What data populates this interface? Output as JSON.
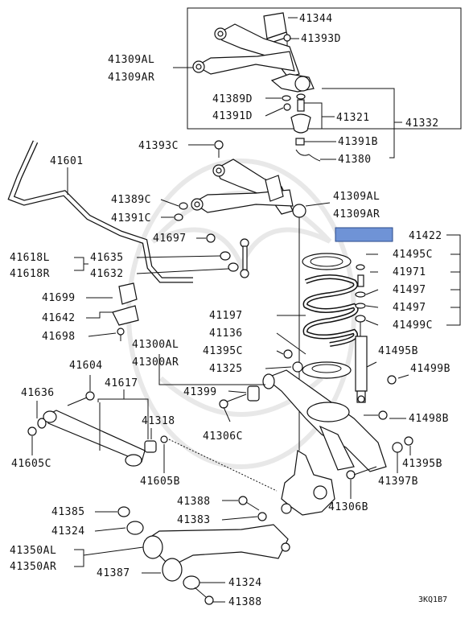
{
  "labels": {
    "p41344": "41344",
    "p41393D": "41393D",
    "p41309AL_top": "41309AL",
    "p41309AR_top": "41309AR",
    "p41389D": "41389D",
    "p41391D": "41391D",
    "p41321": "41321",
    "p41332": "41332",
    "p41391B": "41391B",
    "p41380": "41380",
    "p41393C": "41393C",
    "p41601": "41601",
    "p41389C": "41389C",
    "p41391C": "41391C",
    "p41309AL_mid": "41309AL",
    "p41309AR_mid": "41309AR",
    "p41697": "41697",
    "p41422": "41422",
    "p41618L": "41618L",
    "p41618R": "41618R",
    "p41635": "41635",
    "p41632": "41632",
    "p41495C": "41495C",
    "p41971": "41971",
    "p41497a": "41497",
    "p41497b": "41497",
    "p41499C": "41499C",
    "p41699": "41699",
    "p41642": "41642",
    "p41698": "41698",
    "p41197": "41197",
    "p41136": "41136",
    "p41395C": "41395C",
    "p41325": "41325",
    "p41300AL": "41300AL",
    "p41300AR": "41300AR",
    "p41495B": "41495B",
    "p41499B": "41499B",
    "p41604": "41604",
    "p41636": "41636",
    "p41617": "41617",
    "p41399": "41399",
    "p41318": "41318",
    "p41306C": "41306C",
    "p41498B": "41498B",
    "p41605C": "41605C",
    "p41605B": "41605B",
    "p41395B": "41395B",
    "p41397B": "41397B",
    "p41306B": "41306B",
    "p41388a": "41388",
    "p41383": "41383",
    "p41385": "41385",
    "p41324a": "41324",
    "p41350AL": "41350AL",
    "p41350AR": "41350AR",
    "p41387": "41387",
    "p41324b": "41324",
    "p41388b": "41388"
  },
  "diagram_code": "3KQ1B7",
  "colors": {
    "line": "#111111",
    "highlight_box": "#6f93d6",
    "watermark": "#e8e8e8"
  }
}
